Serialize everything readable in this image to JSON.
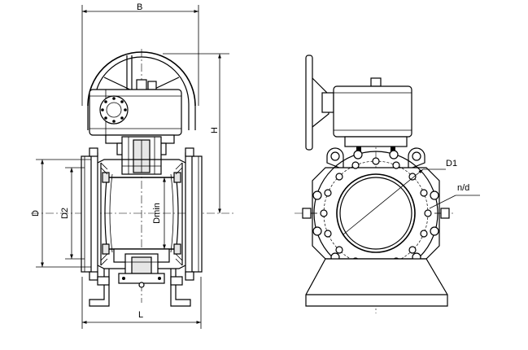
{
  "dimensions": {
    "B": "B",
    "H": "H",
    "D": "D",
    "D2": "D2",
    "Dmin": "Dmin",
    "L": "L",
    "D1": "D1",
    "nd": "n/d"
  },
  "colors": {
    "line": "#000000",
    "background": "#ffffff"
  }
}
